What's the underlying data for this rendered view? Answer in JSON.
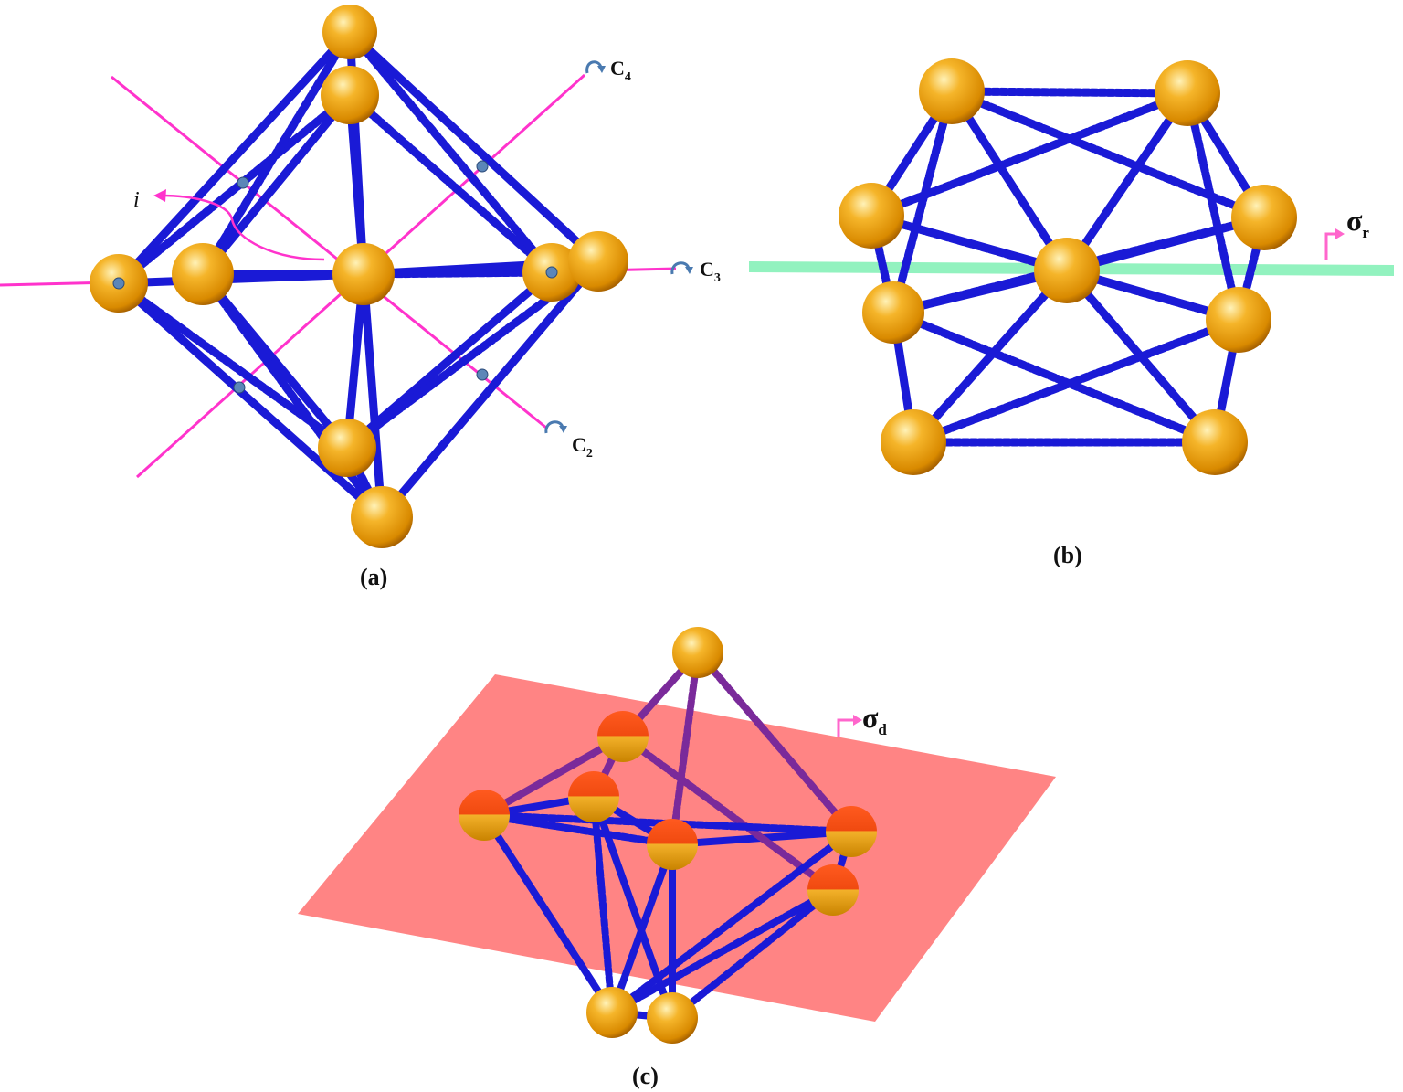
{
  "panels": {
    "a": {
      "label": "(a)"
    },
    "b": {
      "label": "(b)"
    },
    "c": {
      "label": "(c)"
    }
  },
  "axes": {
    "c4": {
      "main": "C",
      "sub": "4"
    },
    "c3": {
      "main": "C",
      "sub": "3"
    },
    "c2": {
      "main": "C",
      "sub": "2"
    },
    "inversion": "i"
  },
  "planes": {
    "sigma_r": {
      "main": "σ",
      "sub": "r"
    },
    "sigma_d": {
      "main": "σ",
      "sub": "d"
    }
  },
  "colors": {
    "atom": "#f0a400",
    "atom_highlight": "#ffe28a",
    "atom_shadow": "#c97800",
    "bond": "#1a1ad6",
    "axis_line": "#ff33cc",
    "rotation_arrow": "#4a7ab0",
    "plane_sigma_r": "#7ff0b4",
    "plane_sigma_d": "#ff6f6f",
    "atom_on_plane": "#ff4d1a",
    "text": "#111111"
  }
}
